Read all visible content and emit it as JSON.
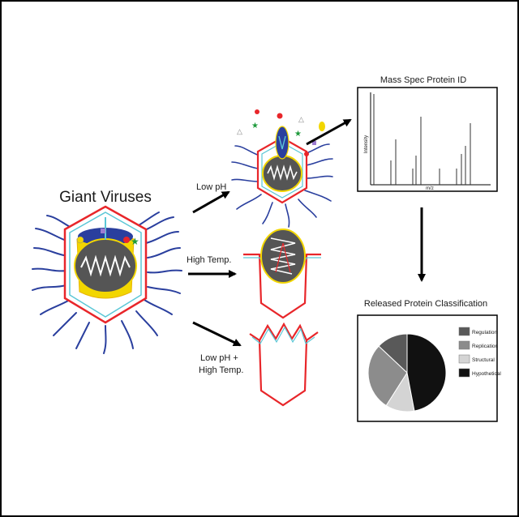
{
  "title": "Giant Viruses",
  "treatments": {
    "low_ph": "Low pH",
    "high_temp": "High Temp.",
    "combined_line1": "Low pH +",
    "combined_line2": "High Temp."
  },
  "mass_spec": {
    "title": "Mass Spec Protein ID",
    "ylabel": "Intensity",
    "xlabel": "m/z"
  },
  "classification": {
    "title": "Released Protein Classification"
  },
  "colors": {
    "capsid_outer": "#e8262a",
    "capsid_inner": "#5bc7d6",
    "fibers": "#2a3f9e",
    "core": "#5a5a5a",
    "membrane": "#f2d600",
    "nucleoid_blue": "#2a3f9e"
  },
  "chart_data": {
    "type": "pie",
    "categories": [
      "Regulation",
      "Replication",
      "Structural",
      "Hypothetical"
    ],
    "values": [
      13,
      28,
      12,
      47
    ],
    "colors": [
      "#595959",
      "#8c8c8c",
      "#d4d4d4",
      "#111111"
    ],
    "legend_position": "right"
  }
}
